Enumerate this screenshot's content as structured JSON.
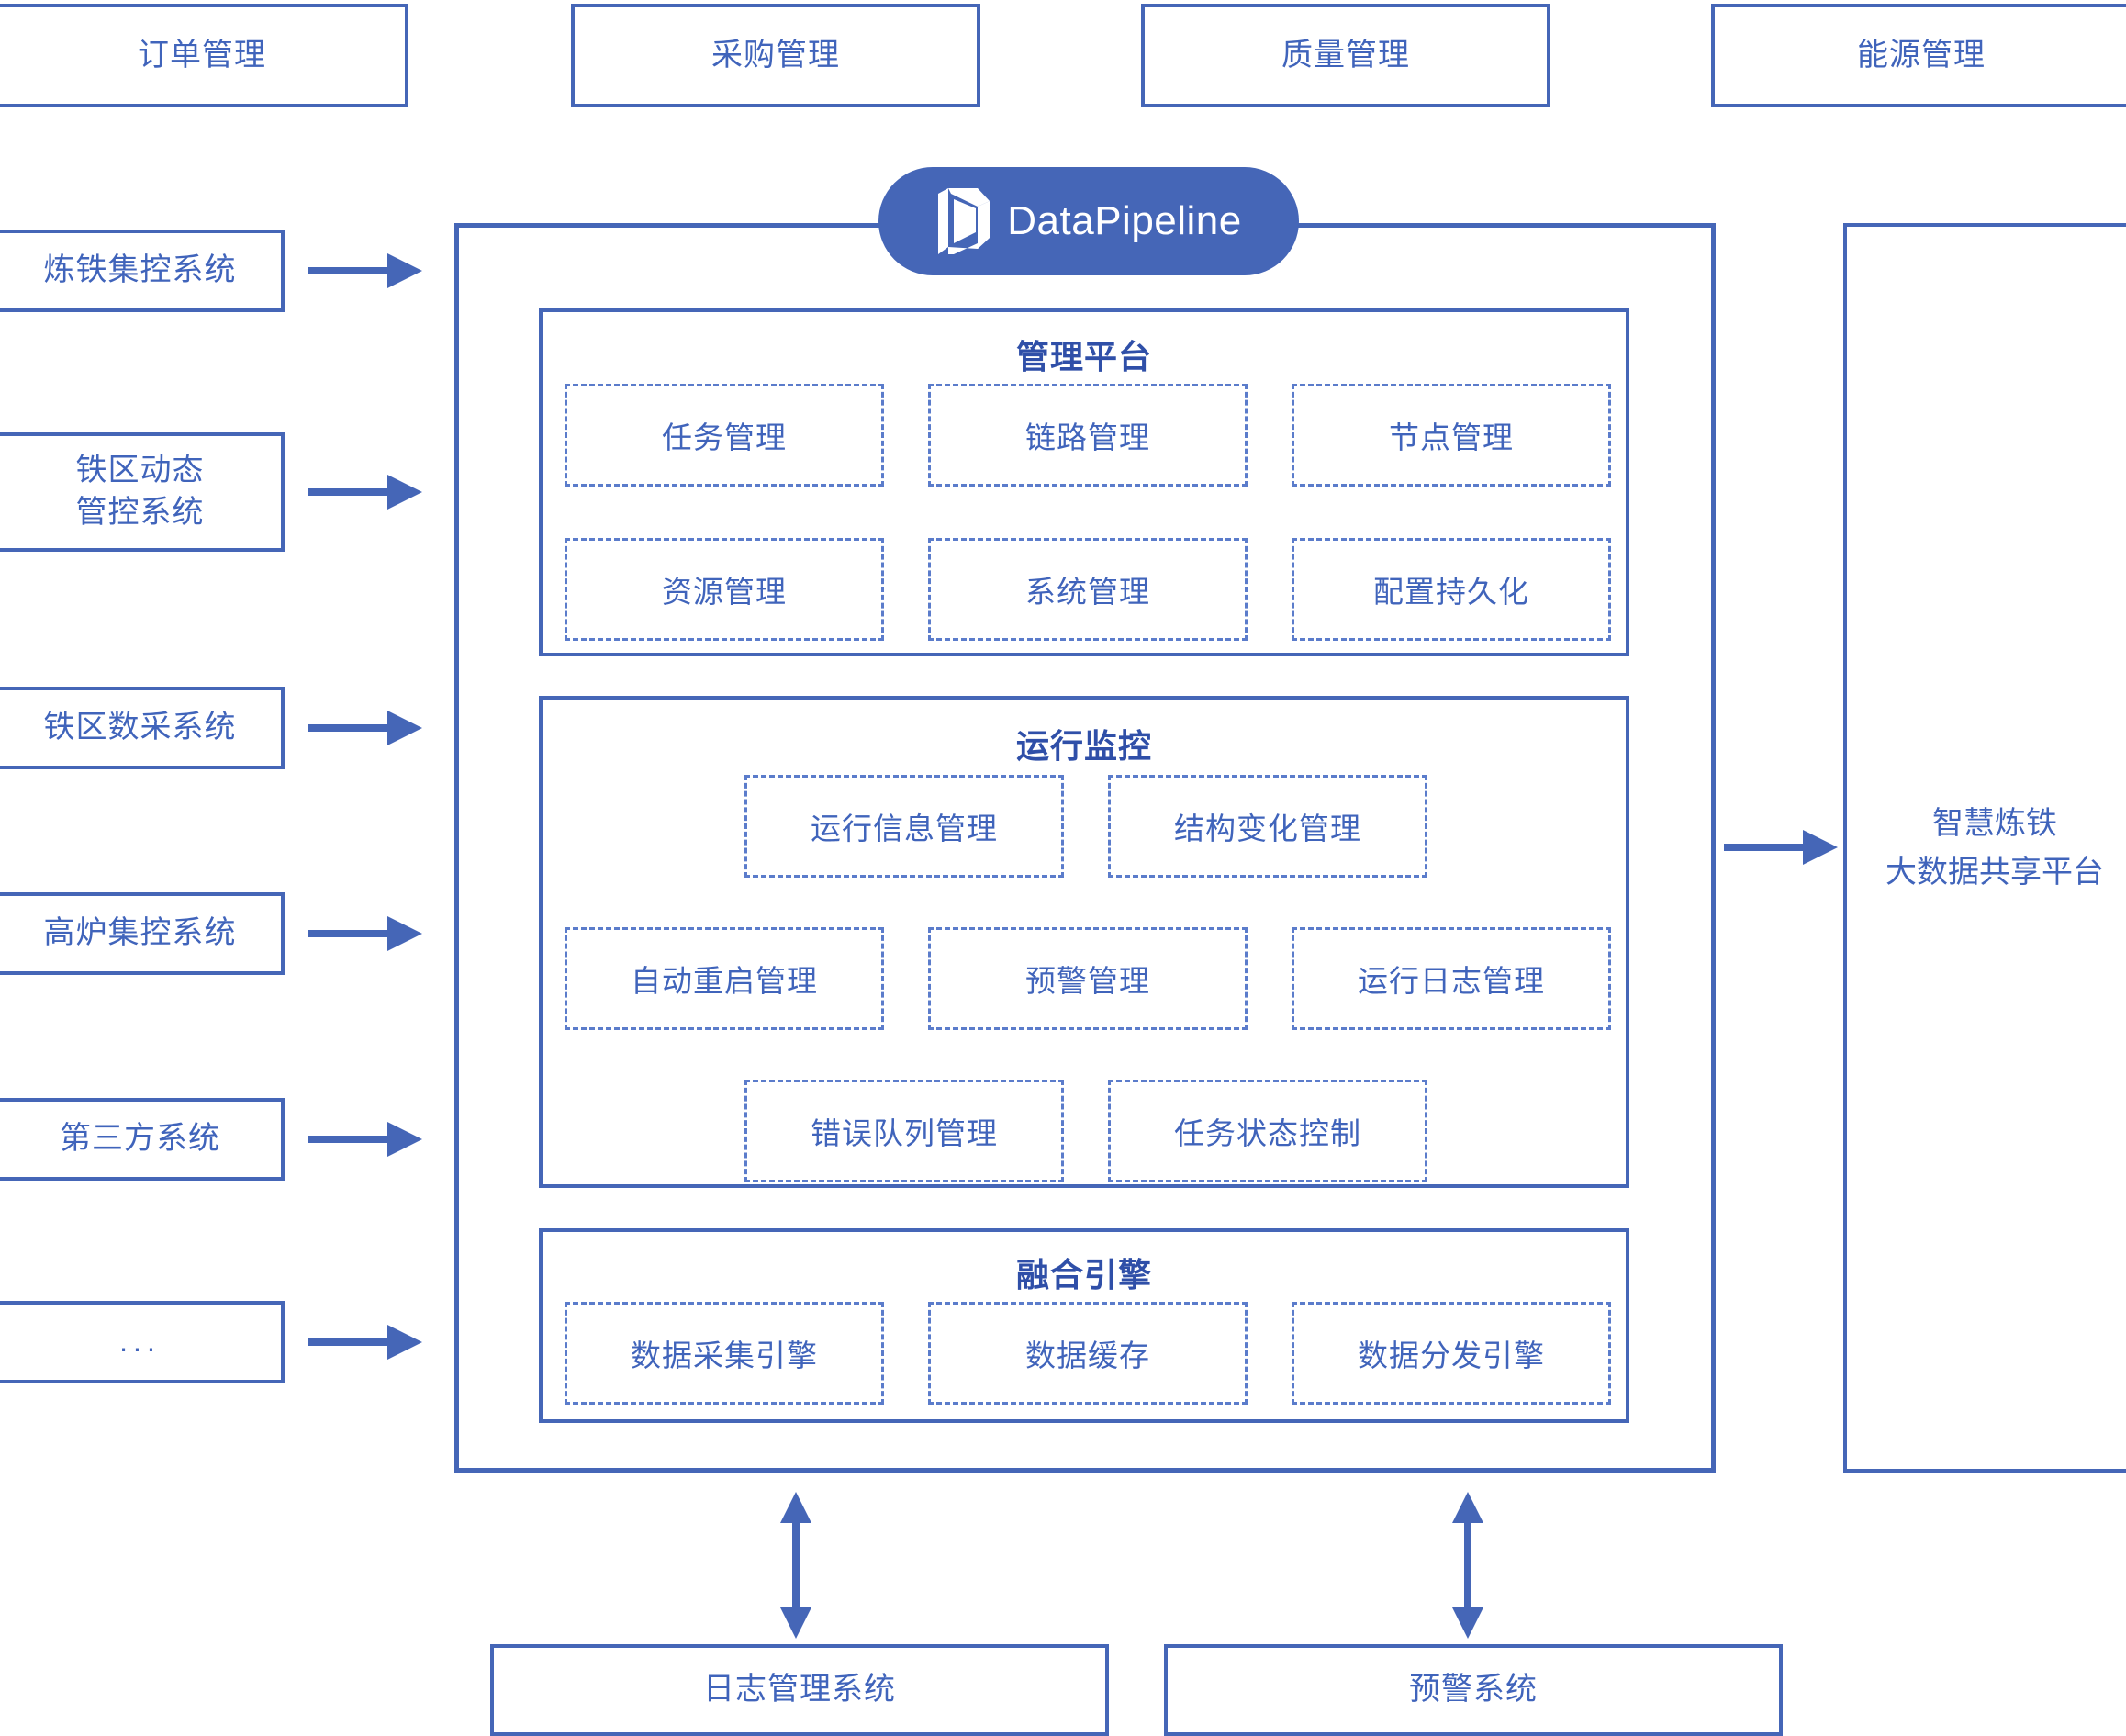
{
  "brand": {
    "name": "DataPipeline",
    "logo_icon": "datapipeline-prism-icon",
    "pill_color": "#4566b7",
    "text_color": "#ffffff"
  },
  "colors": {
    "border": "#4566b7",
    "text": "#4064bb",
    "title": "#2f4fa8",
    "dashed": "#5b7ccb",
    "background": "#ffffff"
  },
  "top_systems": [
    {
      "label": "订单管理"
    },
    {
      "label": "采购管理"
    },
    {
      "label": "质量管理"
    },
    {
      "label": "能源管理"
    }
  ],
  "source_systems": [
    {
      "label": "炼铁集控系统",
      "lines": [
        "炼铁集控系统"
      ]
    },
    {
      "label": "铁区动态管控系统",
      "lines": [
        "铁区动态",
        "管控系统"
      ]
    },
    {
      "label": "铁区数采系统",
      "lines": [
        "铁区数采系统"
      ]
    },
    {
      "label": "高炉集控系统",
      "lines": [
        "高炉集控系统"
      ]
    },
    {
      "label": "第三方系统",
      "lines": [
        "第三方系统"
      ]
    },
    {
      "label": "...",
      "lines": [
        "..."
      ]
    }
  ],
  "sections": [
    {
      "title": "管理平台",
      "tiles": [
        "任务管理",
        "链路管理",
        "节点管理",
        "资源管理",
        "系统管理",
        "配置持久化"
      ]
    },
    {
      "title": "运行监控",
      "tiles": [
        "运行信息管理",
        "结构变化管理",
        "自动重启管理",
        "预警管理",
        "运行日志管理",
        "错误队列管理",
        "任务状态控制"
      ]
    },
    {
      "title": "融合引擎",
      "tiles": [
        "数据采集引擎",
        "数据缓存",
        "数据分发引擎"
      ]
    }
  ],
  "right_platform": {
    "lines": [
      "智慧炼铁",
      "大数据共享平台"
    ]
  },
  "bottom_systems": [
    {
      "label": "日志管理系统"
    },
    {
      "label": "预警系统"
    }
  ],
  "arrows": {
    "inbound_count": 6,
    "outbound_label": "to-shared-platform",
    "bidirectional_count": 2
  }
}
